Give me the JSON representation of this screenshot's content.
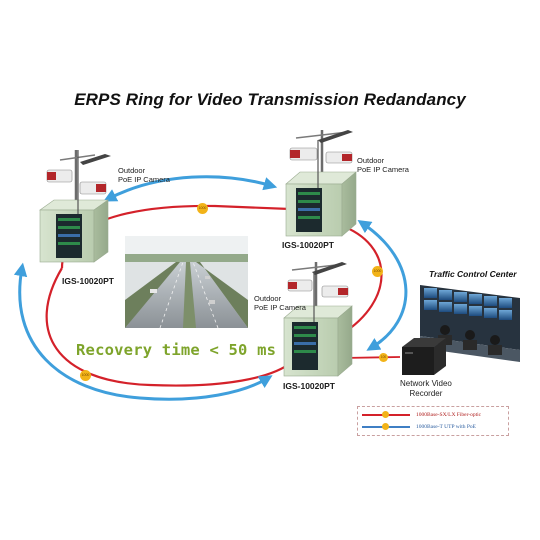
{
  "title": "ERPS Ring for Video Transmission Redandancy",
  "cameras": {
    "left": "Outdoor\nPoE IP Camera",
    "top_right": "Outdoor\nPoE IP Camera",
    "bottom_right": "Outdoor\nPoE IP Camera"
  },
  "switches": {
    "left": "IGS-10020PT",
    "top_right": "IGS-10020PT",
    "bottom_right": "IGS-10020PT"
  },
  "recovery_text": "Recovery time < 50 ms",
  "traffic_control_center": "Traffic Control Center",
  "nvr_label": "Network Video\nRecorder",
  "link_badges": {
    "top": "1000",
    "right": "1000",
    "left_bottom": "1000",
    "nvr": "100"
  },
  "legend": {
    "fiber": "1000Base-SX/LX Fiber-optic",
    "utp": "1000Base-T UTP with PoE"
  },
  "colors": {
    "fiber": "#d4212a",
    "utp": "#f0a21a",
    "arrow": "#3f9fdc",
    "cabinet": "#cbd9c2",
    "recovery": "#7ea42b"
  }
}
